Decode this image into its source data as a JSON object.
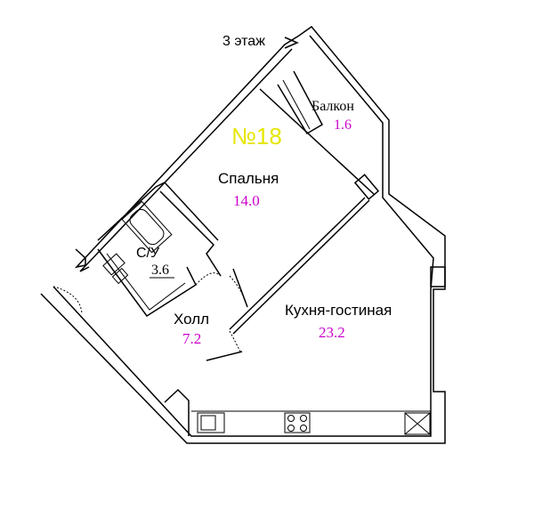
{
  "plan": {
    "floor_label": "3 этаж",
    "apartment_number": "№18",
    "number_color": "#e6e600",
    "area_color": "#cc00cc",
    "wall_color": "#000000",
    "rooms": [
      {
        "id": "balcony",
        "name": "Балкон",
        "area": "1.6"
      },
      {
        "id": "bedroom",
        "name": "Спальня",
        "area": "14.0"
      },
      {
        "id": "bathroom",
        "name": "С/У",
        "area": "3.6"
      },
      {
        "id": "hall",
        "name": "Холл",
        "area": "7.2"
      },
      {
        "id": "kitchen-living",
        "name": "Кухня-гостиная",
        "area": "23.2"
      }
    ]
  }
}
